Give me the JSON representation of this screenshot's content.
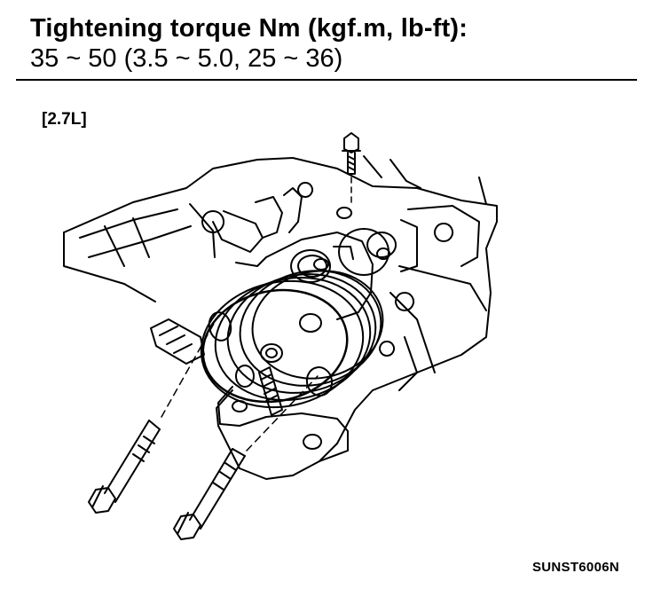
{
  "spec": {
    "title": "Tightening torque Nm (kgf.m, lb-ft):",
    "value": "35 ~ 50 (3.5 ~ 5.0, 25 ~ 36)"
  },
  "figure": {
    "variant_label": "[2.7L]",
    "code": "SUNST6006N"
  }
}
